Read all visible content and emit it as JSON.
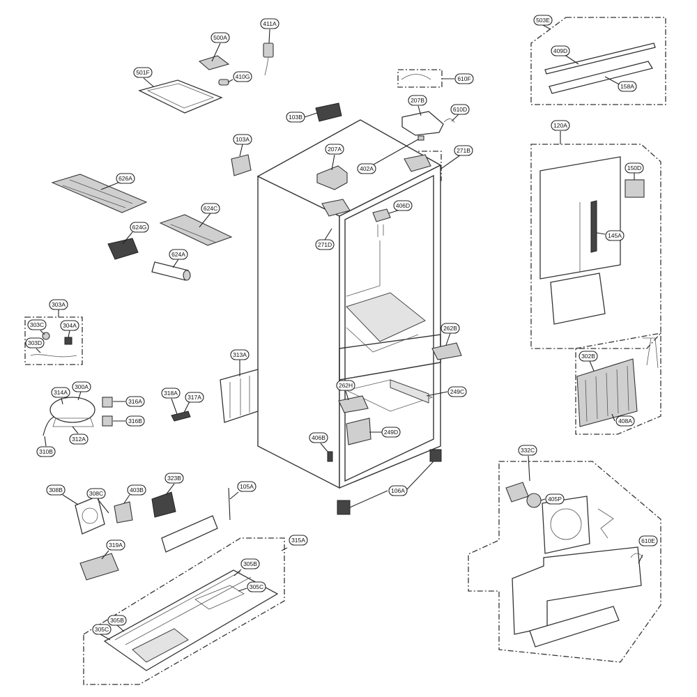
{
  "callouts": [
    {
      "id": "500A",
      "label": "500A"
    },
    {
      "id": "411A",
      "label": "411A"
    },
    {
      "id": "501F",
      "label": "501F"
    },
    {
      "id": "410G",
      "label": "410G"
    },
    {
      "id": "103B",
      "label": "103B"
    },
    {
      "id": "610F",
      "label": "610F"
    },
    {
      "id": "207B",
      "label": "207B"
    },
    {
      "id": "610D",
      "label": "610D"
    },
    {
      "id": "103A",
      "label": "103A"
    },
    {
      "id": "207A",
      "label": "207A"
    },
    {
      "id": "402A",
      "label": "402A"
    },
    {
      "id": "271B",
      "label": "271B"
    },
    {
      "id": "626A",
      "label": "626A"
    },
    {
      "id": "624C",
      "label": "624C"
    },
    {
      "id": "406D",
      "label": "406D"
    },
    {
      "id": "271D",
      "label": "271D"
    },
    {
      "id": "624G",
      "label": "624G"
    },
    {
      "id": "624A",
      "label": "624A"
    },
    {
      "id": "303A",
      "label": "303A"
    },
    {
      "id": "303C",
      "label": "303C"
    },
    {
      "id": "304A",
      "label": "304A"
    },
    {
      "id": "303D",
      "label": "303D"
    },
    {
      "id": "313A",
      "label": "313A"
    },
    {
      "id": "262B",
      "label": "262B"
    },
    {
      "id": "262H",
      "label": "262H"
    },
    {
      "id": "249C",
      "label": "249C"
    },
    {
      "id": "314A",
      "label": "314A"
    },
    {
      "id": "300A",
      "label": "300A"
    },
    {
      "id": "316A",
      "label": "316A"
    },
    {
      "id": "316B",
      "label": "316B"
    },
    {
      "id": "318A",
      "label": "318A"
    },
    {
      "id": "317A",
      "label": "317A"
    },
    {
      "id": "312A",
      "label": "312A"
    },
    {
      "id": "310B",
      "label": "310B"
    },
    {
      "id": "249D",
      "label": "249D"
    },
    {
      "id": "406B",
      "label": "406B"
    },
    {
      "id": "308B",
      "label": "308B"
    },
    {
      "id": "308C",
      "label": "308C"
    },
    {
      "id": "403B",
      "label": "403B"
    },
    {
      "id": "323B",
      "label": "323B"
    },
    {
      "id": "105A",
      "label": "105A"
    },
    {
      "id": "106A",
      "label": "106A"
    },
    {
      "id": "319A",
      "label": "319A"
    },
    {
      "id": "315A",
      "label": "315A"
    },
    {
      "id": "305B-1",
      "label": "305B"
    },
    {
      "id": "305C-1",
      "label": "305C"
    },
    {
      "id": "305B-2",
      "label": "305B"
    },
    {
      "id": "305C-2",
      "label": "305C"
    },
    {
      "id": "503E",
      "label": "503E"
    },
    {
      "id": "409D",
      "label": "409D"
    },
    {
      "id": "158A",
      "label": "158A"
    },
    {
      "id": "120A",
      "label": "120A"
    },
    {
      "id": "150D",
      "label": "150D"
    },
    {
      "id": "145A",
      "label": "145A"
    },
    {
      "id": "302B",
      "label": "302B"
    },
    {
      "id": "408A",
      "label": "408A"
    },
    {
      "id": "332C",
      "label": "332C"
    },
    {
      "id": "405P",
      "label": "405P"
    },
    {
      "id": "610E",
      "label": "610E"
    }
  ]
}
